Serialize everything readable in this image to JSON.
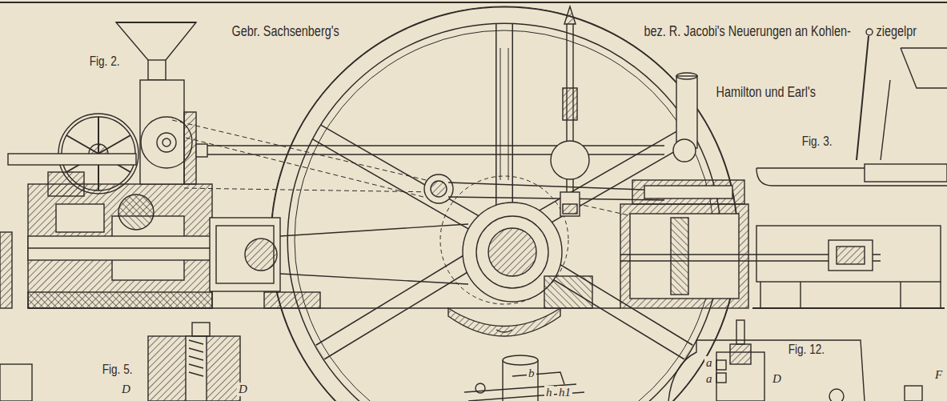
{
  "diagram": {
    "labels": [
      "Gebr. Sachsenberg's",
      "bez. R. Jacobi's Neuerungen an Kohlen-",
      "ziegelpr",
      "Hamilton und Earl's",
      "Fig. 2.",
      "Fig. 3.",
      "Fig. 5.",
      "Fig. 12.",
      "D",
      "D",
      "b",
      "h",
      "h1",
      "a",
      "a",
      "D",
      "F"
    ]
  }
}
